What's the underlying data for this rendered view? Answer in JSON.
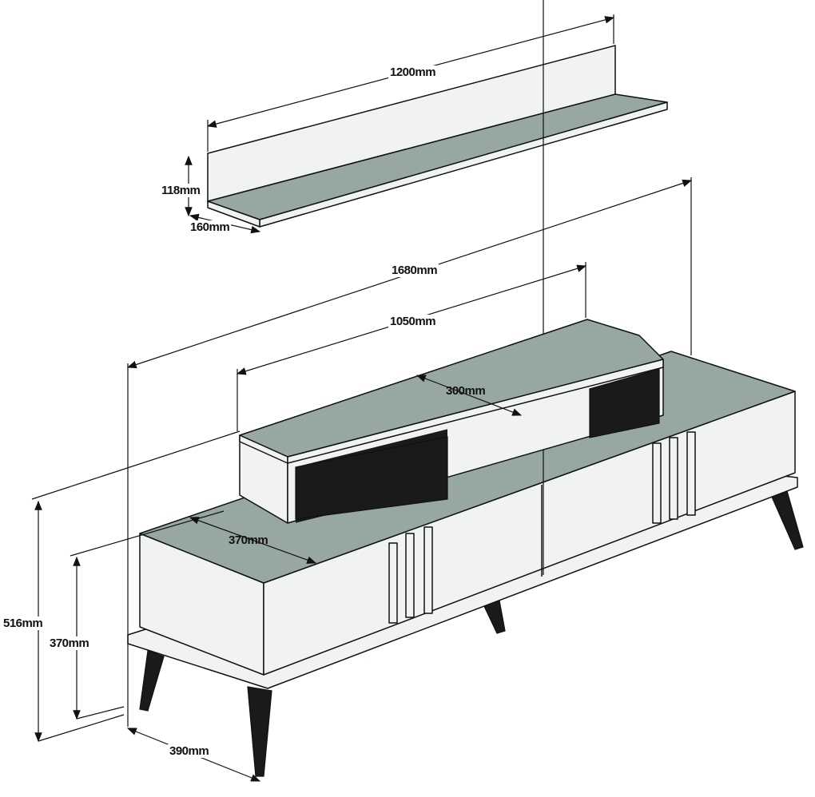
{
  "title": "TV unit and wall shelf dimension drawing",
  "dimensions": {
    "shelf_width": "1200mm",
    "shelf_height": "118mm",
    "shelf_depth": "160mm",
    "unit_width": "1680mm",
    "top_box_width": "1050mm",
    "top_box_depth": "300mm",
    "cabinet_depth_top": "370mm",
    "total_height": "516mm",
    "cabinet_height": "370mm",
    "base_depth": "390mm"
  },
  "colors": {
    "surface": "#97a7a4",
    "panel": "#f1f3f2",
    "line": "#111111"
  }
}
